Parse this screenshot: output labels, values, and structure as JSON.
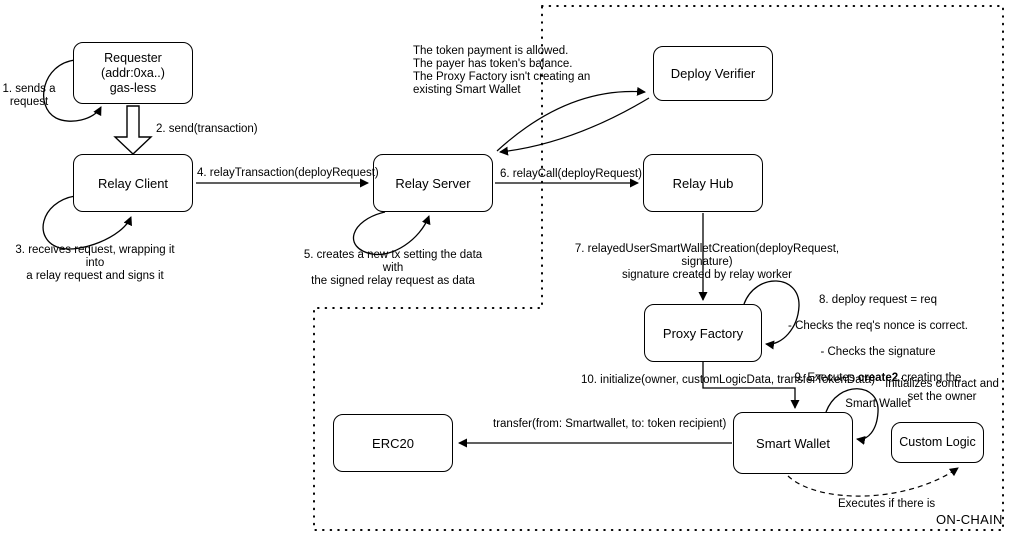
{
  "diagram": {
    "boxes": {
      "requester": "Requester\n(addr:0xa..)\ngas-less",
      "relay_client": "Relay Client",
      "relay_server": "Relay Server",
      "deploy_verifier": "Deploy Verifier",
      "relay_hub": "Relay Hub",
      "proxy_factory": "Proxy Factory",
      "smart_wallet": "Smart Wallet",
      "erc20": "ERC20",
      "custom_logic": "Custom Logic"
    },
    "labels": {
      "step1": "1. sends a\nrequest",
      "step2": "2. send(transaction)",
      "step3": "3. receives request, wrapping it into\na relay request and signs it",
      "step4": "4. relayTransaction(deployRequest)",
      "step5": "5. creates a new tx setting the data with\nthe signed relay request as data",
      "step6": "6. relayCall(deployRequest)",
      "step7": "7. relayedUserSmartWalletCreation(deployRequest, signature)\nsignature created by relay worker",
      "verifier_note": "The token payment is allowed.\nThe payer has token's balance.\nThe Proxy Factory isn't creating an\nexisting Smart Wallet",
      "step8_line1": "8. deploy request = req",
      "step8_line2": "- Checks the req's nonce is correct.",
      "step8_line3": "- Checks the signature",
      "step9_pre": "9. Executes ",
      "step9_bold": "create2",
      "step9_post": " creating the",
      "step9_line2": "Smart Wallet",
      "step10": "10. initialize(owner, customLogicData, transferTokenData)",
      "init_note": "Initializes contract and\nset the owner",
      "transfer": "transfer(from: Smartwallet, to: token recipient)",
      "executes_note": "Executes if there is",
      "onchain": "ON-CHAIN"
    },
    "colors": {
      "stroke": "#000000",
      "background": "#ffffff"
    }
  }
}
